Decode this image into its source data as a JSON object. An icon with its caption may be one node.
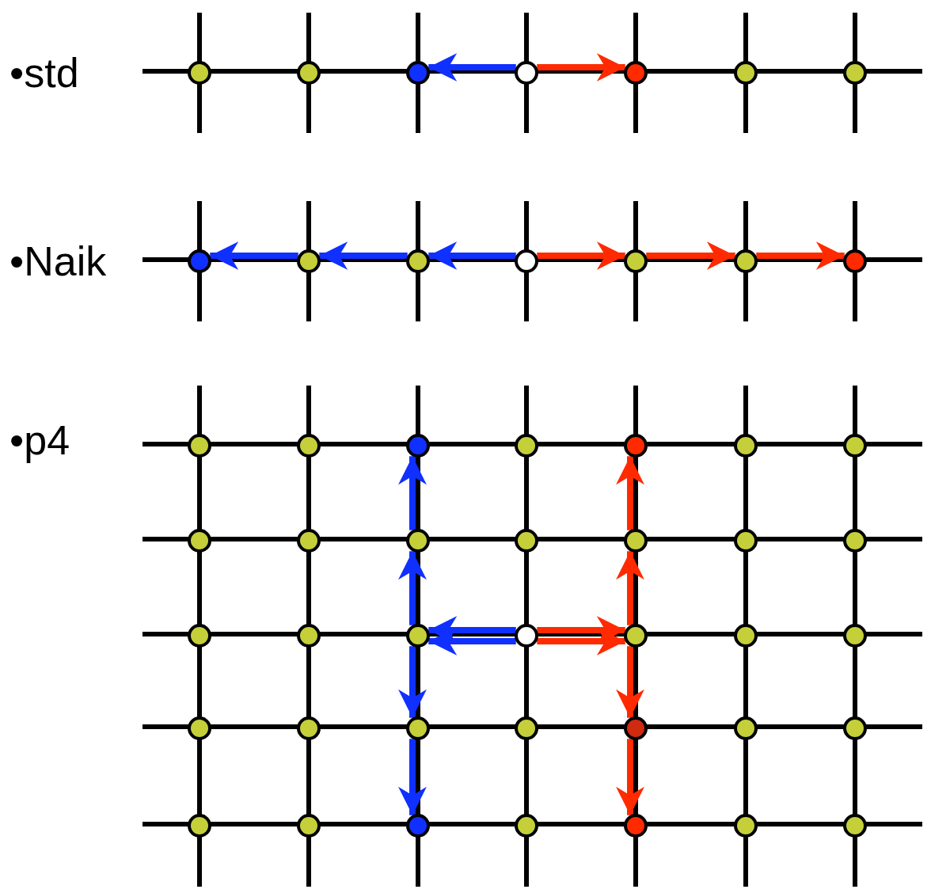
{
  "diagram": {
    "nodes": [
      {
        "text": [],
        "shape": "circle"
      },
      {
        "text": [],
        "shape": "circle"
      },
      {
        "text": [],
        "shape": "circle"
      },
      {
        "text": [],
        "shape": "circle"
      },
      {
        "text": [],
        "shape": "circle"
      },
      {
        "text": [],
        "shape": "circle"
      },
      {
        "text": [],
        "shape": "circle"
      },
      {
        "text": [],
        "shape": "circle"
      },
      {
        "text": [],
        "shape": "circle"
      },
      {
        "text": [],
        "shape": "circle"
      },
      {
        "text": [],
        "shape": "circle"
      },
      {
        "text": [],
        "shape": "circle"
      },
      {
        "text": [],
        "shape": "circle"
      },
      {
        "text": [],
        "shape": "circle"
      },
      {
        "text": [],
        "shape": "circle"
      },
      {
        "text": [],
        "shape": "circle"
      },
      {
        "text": [],
        "shape": "circle"
      },
      {
        "text": [],
        "shape": "circle"
      },
      {
        "text": [],
        "shape": "circle"
      },
      {
        "text": [],
        "shape": "circle"
      },
      {
        "text": [],
        "shape": "circle"
      },
      {
        "text": [],
        "shape": "circle"
      },
      {
        "text": [],
        "shape": "circle"
      },
      {
        "text": [],
        "shape": "circle"
      },
      {
        "text": [],
        "shape": "circle"
      },
      {
        "text": [],
        "shape": "circle"
      },
      {
        "text": [],
        "shape": "circle"
      },
      {
        "text": [],
        "shape": "circle"
      },
      {
        "text": [],
        "shape": "circle"
      },
      {
        "text": [],
        "shape": "circle"
      },
      {
        "text": [],
        "shape": "circle"
      },
      {
        "text": [],
        "shape": "circle"
      },
      {
        "text": [],
        "shape": "circle"
      },
      {
        "text": [],
        "shape": "circle"
      },
      {
        "text": [],
        "shape": "circle"
      },
      {
        "text": [],
        "shape": "circle"
      },
      {
        "text": [],
        "shape": "circle"
      },
      {
        "text": [],
        "shape": "circle"
      },
      {
        "text": [],
        "shape": "circle"
      },
      {
        "text": [],
        "shape": "circle"
      },
      {
        "text": [],
        "shape": "circle"
      },
      {
        "text": [],
        "shape": "circle"
      },
      {
        "text": [],
        "shape": "circle"
      },
      {
        "text": [],
        "shape": "circle"
      },
      {
        "text": [],
        "shape": "circle"
      },
      {
        "text": [],
        "shape": "circle"
      },
      {
        "text": [],
        "shape": "circle"
      },
      {
        "text": [],
        "shape": "circle"
      },
      {
        "text": [],
        "shape": "circle"
      }
    ],
    "edges": [
      {
        "from": 3,
        "to": 2,
        "arrow": "to",
        "color": "#1030ff"
      },
      {
        "from": 3,
        "to": 4,
        "arrow": "to",
        "color": "#ff2a00"
      },
      {
        "from": 10,
        "to": 9,
        "arrow": "to",
        "color": "#1030ff"
      },
      {
        "from": 9,
        "to": 8,
        "arrow": "to",
        "color": "#1030ff"
      },
      {
        "from": 8,
        "to": 7,
        "arrow": "to",
        "color": "#1030ff"
      },
      {
        "from": 10,
        "to": 11,
        "arrow": "to",
        "color": "#ff2a00"
      },
      {
        "from": 11,
        "to": 12,
        "arrow": "to",
        "color": "#ff2a00"
      },
      {
        "from": 12,
        "to": 13,
        "arrow": "to",
        "color": "#ff2a00"
      },
      {
        "from": 31,
        "to": 30,
        "arrow": "to",
        "color": "#1030ff"
      },
      {
        "from": 31,
        "to": 30,
        "arrow": "to",
        "color": "#1030ff"
      },
      {
        "from": 30,
        "to": 23,
        "arrow": "to",
        "color": "#1030ff"
      },
      {
        "from": 23,
        "to": 16,
        "arrow": "to",
        "color": "#1030ff"
      },
      {
        "from": 30,
        "to": 37,
        "arrow": "to",
        "color": "#1030ff"
      },
      {
        "from": 37,
        "to": 44,
        "arrow": "to",
        "color": "#1030ff"
      },
      {
        "from": 31,
        "to": 32,
        "arrow": "to",
        "color": "#ff2a00"
      },
      {
        "from": 31,
        "to": 32,
        "arrow": "to",
        "color": "#ff2a00"
      },
      {
        "from": 32,
        "to": 25,
        "arrow": "to",
        "color": "#ff2a00"
      },
      {
        "from": 25,
        "to": 18,
        "arrow": "to",
        "color": "#ff2a00"
      },
      {
        "from": 32,
        "to": 39,
        "arrow": "to",
        "color": "#ff2a00"
      },
      {
        "from": 39,
        "to": 46,
        "arrow": "to",
        "color": "#ff2a00"
      }
    ],
    "labels": [
      "•std",
      "•Naik",
      "•p4"
    ]
  }
}
